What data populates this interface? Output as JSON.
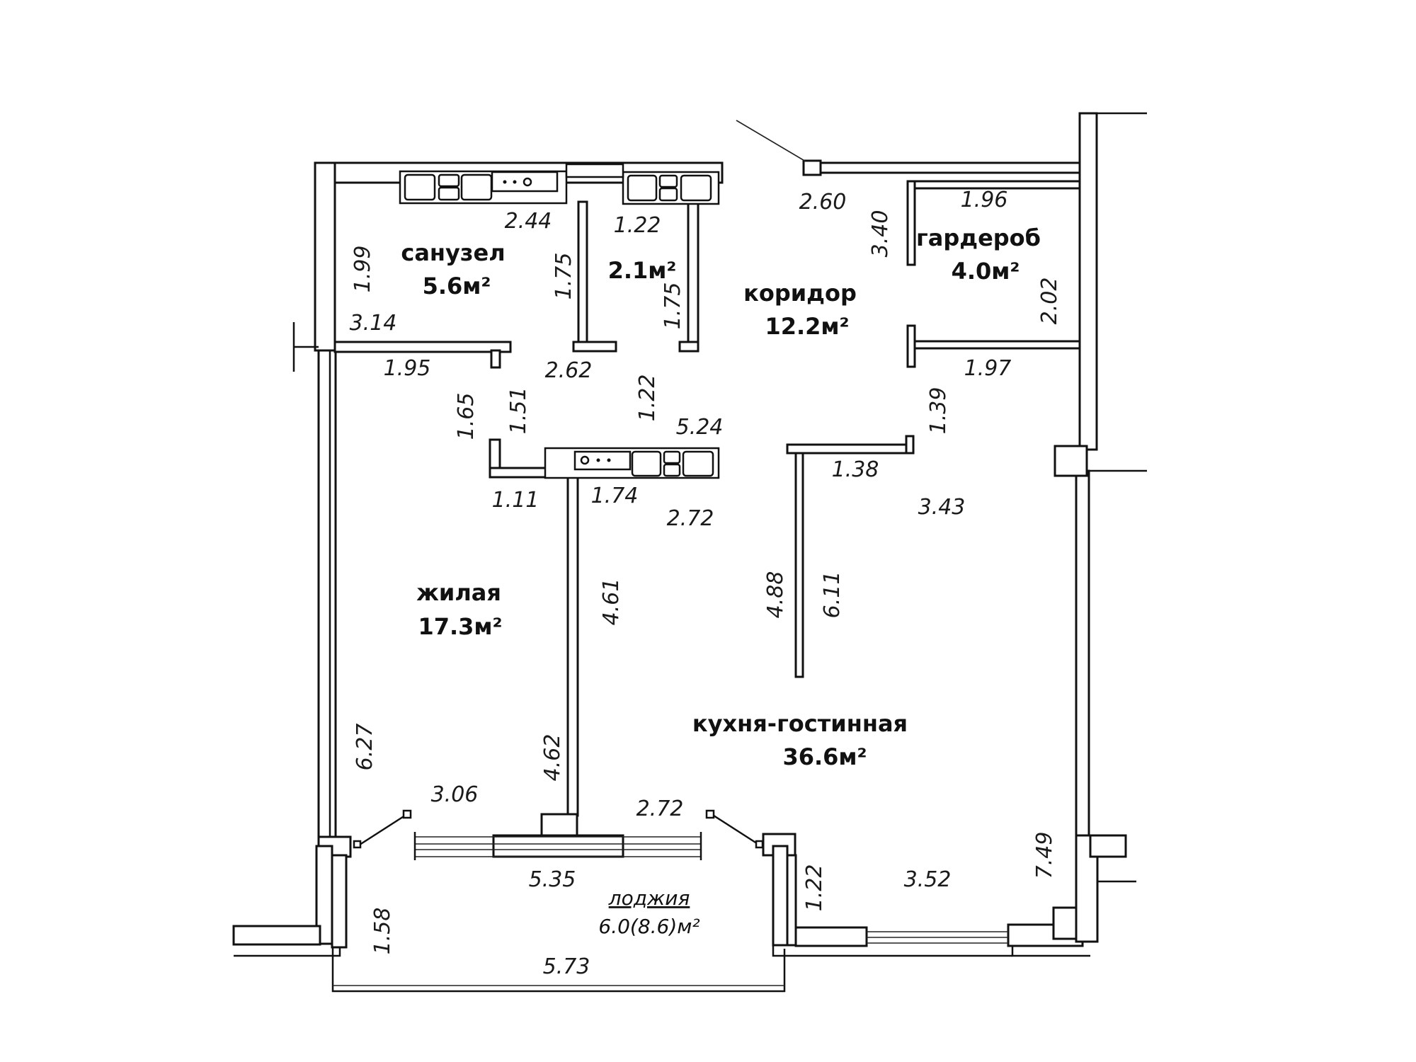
{
  "rooms": {
    "bathroom": {
      "name": "санузел",
      "area": "5.6м²"
    },
    "wc": {
      "area": "2.1м²"
    },
    "corridor": {
      "name": "коридор",
      "area": "12.2м²"
    },
    "wardrobe": {
      "name": "гардероб",
      "area": "4.0м²"
    },
    "living": {
      "name": "жилая",
      "area": "17.3м²"
    },
    "kitchen_living": {
      "name": "кухня-гостинная",
      "area": "36.6м²"
    },
    "loggia": {
      "name": "лоджия",
      "area": "6.0(8.6)м²"
    }
  },
  "dimensions": {
    "d_2_44": "2.44",
    "d_1_22_top": "1.22",
    "d_1_99": "1.99",
    "d_1_75_a": "1.75",
    "d_1_75_b": "1.75",
    "d_3_14": "3.14",
    "d_1_95": "1.95",
    "d_2_62": "2.62",
    "d_1_22_mid": "1.22",
    "d_1_65": "1.65",
    "d_1_51": "1.51",
    "d_5_24": "5.24",
    "d_2_60": "2.60",
    "d_3_40": "3.40",
    "d_1_96": "1.96",
    "d_2_02": "2.02",
    "d_1_97": "1.97",
    "d_1_39": "1.39",
    "d_1_38": "1.38",
    "d_3_43": "3.43",
    "d_1_11": "1.11",
    "d_1_74": "1.74",
    "d_2_72_a": "2.72",
    "d_4_61": "4.61",
    "d_4_88": "4.88",
    "d_6_11": "6.11",
    "d_6_27": "6.27",
    "d_4_62": "4.62",
    "d_3_06": "3.06",
    "d_2_72_b": "2.72",
    "d_7_49": "7.49",
    "d_5_35": "5.35",
    "d_1_22_bot": "1.22",
    "d_3_52": "3.52",
    "d_1_58": "1.58",
    "d_5_73": "5.73"
  }
}
